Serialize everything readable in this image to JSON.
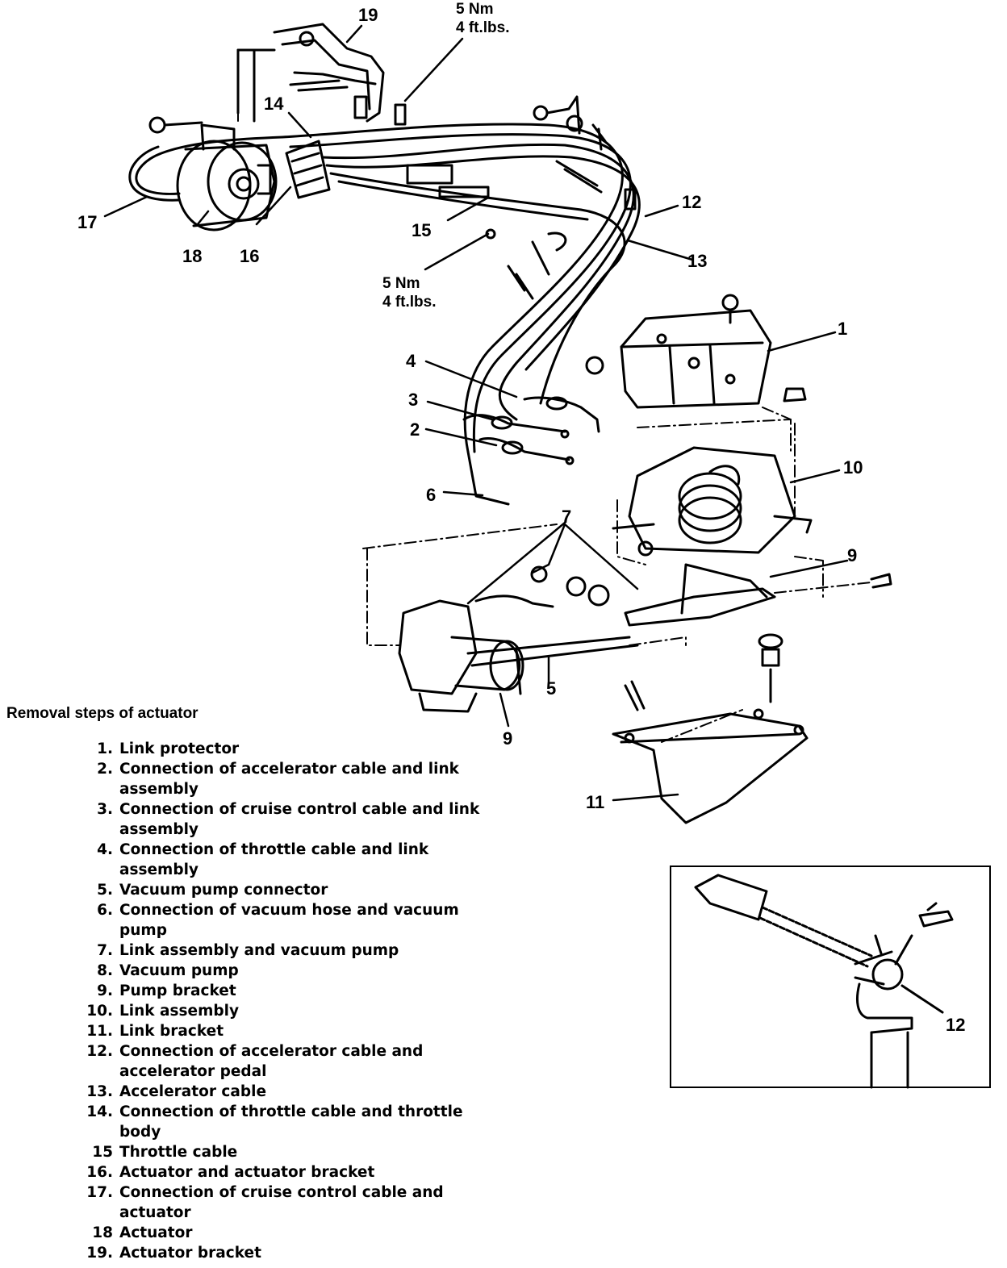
{
  "torque_labels": [
    {
      "value": "5 Nm",
      "imperial": "4 ft.lbs."
    },
    {
      "value": "5 Nm",
      "imperial": "4 ft.lbs."
    }
  ],
  "callouts": [
    "1",
    "2",
    "3",
    "4",
    "5",
    "6",
    "7",
    "9",
    "9",
    "10",
    "11",
    "12",
    "13",
    "14",
    "15",
    "16",
    "17",
    "18",
    "19",
    "12"
  ],
  "steps_title": "Removal steps of actuator",
  "steps": [
    {
      "num": "1.",
      "text": "Link protector"
    },
    {
      "num": "2.",
      "text": "Connection of accelerator cable and link assembly"
    },
    {
      "num": "3.",
      "text": "Connection of cruise control cable and link assembly"
    },
    {
      "num": "4.",
      "text": "Connection of throttle cable and link assembly"
    },
    {
      "num": "5.",
      "text": "Vacuum pump connector"
    },
    {
      "num": "6.",
      "text": "Connection of vacuum hose and vacuum pump"
    },
    {
      "num": "7.",
      "text": "Link assembly and vacuum pump"
    },
    {
      "num": "8.",
      "text": "Vacuum pump"
    },
    {
      "num": "9.",
      "text": "Pump bracket"
    },
    {
      "num": "10.",
      "text": "Link assembly"
    },
    {
      "num": "11.",
      "text": "Link bracket"
    },
    {
      "num": "12.",
      "text": "Connection of accelerator cable and accelerator pedal"
    },
    {
      "num": "13.",
      "text": "Accelerator cable"
    },
    {
      "num": "14.",
      "text": "Connection of throttle cable and throttle body"
    },
    {
      "num": "15",
      "text": "Throttle cable"
    },
    {
      "num": "16.",
      "text": "Actuator and actuator bracket"
    },
    {
      "num": "17.",
      "text": "Connection of cruise control cable and actuator"
    },
    {
      "num": "18",
      "text": "Actuator"
    },
    {
      "num": "19.",
      "text": "Actuator bracket"
    }
  ]
}
